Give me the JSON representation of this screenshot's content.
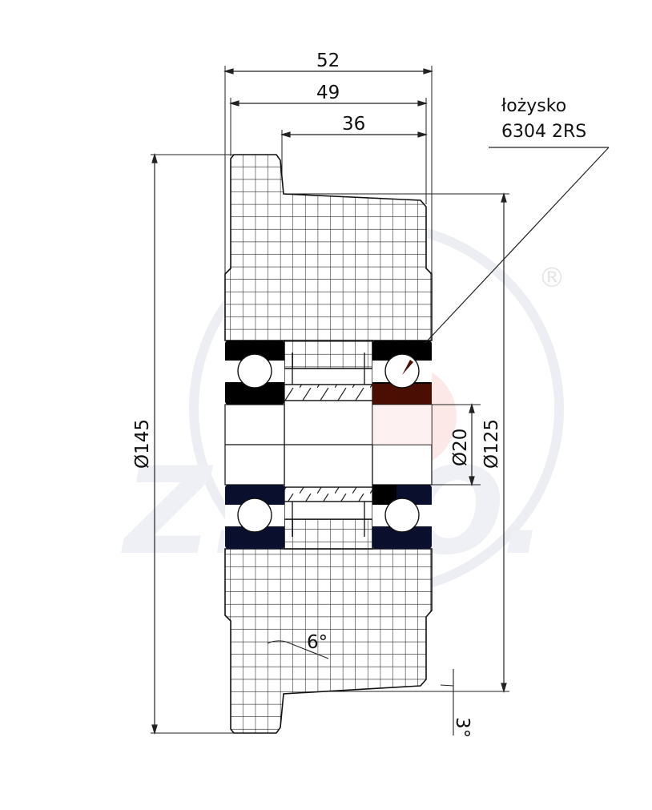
{
  "drawing": {
    "subject": "wheel-cross-section",
    "dimensions": {
      "overall_width": "52",
      "tread_width": "49",
      "hub_width": "36",
      "outer_diameter": "Ø145",
      "tread_diameter": "Ø125",
      "bore_diameter": "Ø20",
      "flange_angle": "6°",
      "tread_angle": "3°"
    },
    "callout": {
      "line1": "łożysko",
      "line2": "6304 2RS"
    },
    "watermark": {
      "registered_mark": "®"
    },
    "colors": {
      "line": "#111111",
      "bearing_dark": "#000000",
      "bearing_navy": "#0a0f2e",
      "bearing_brown": "#4a0e02",
      "watermark_grey": "#e8e9ee",
      "watermark_red": "#fde6e6"
    }
  }
}
